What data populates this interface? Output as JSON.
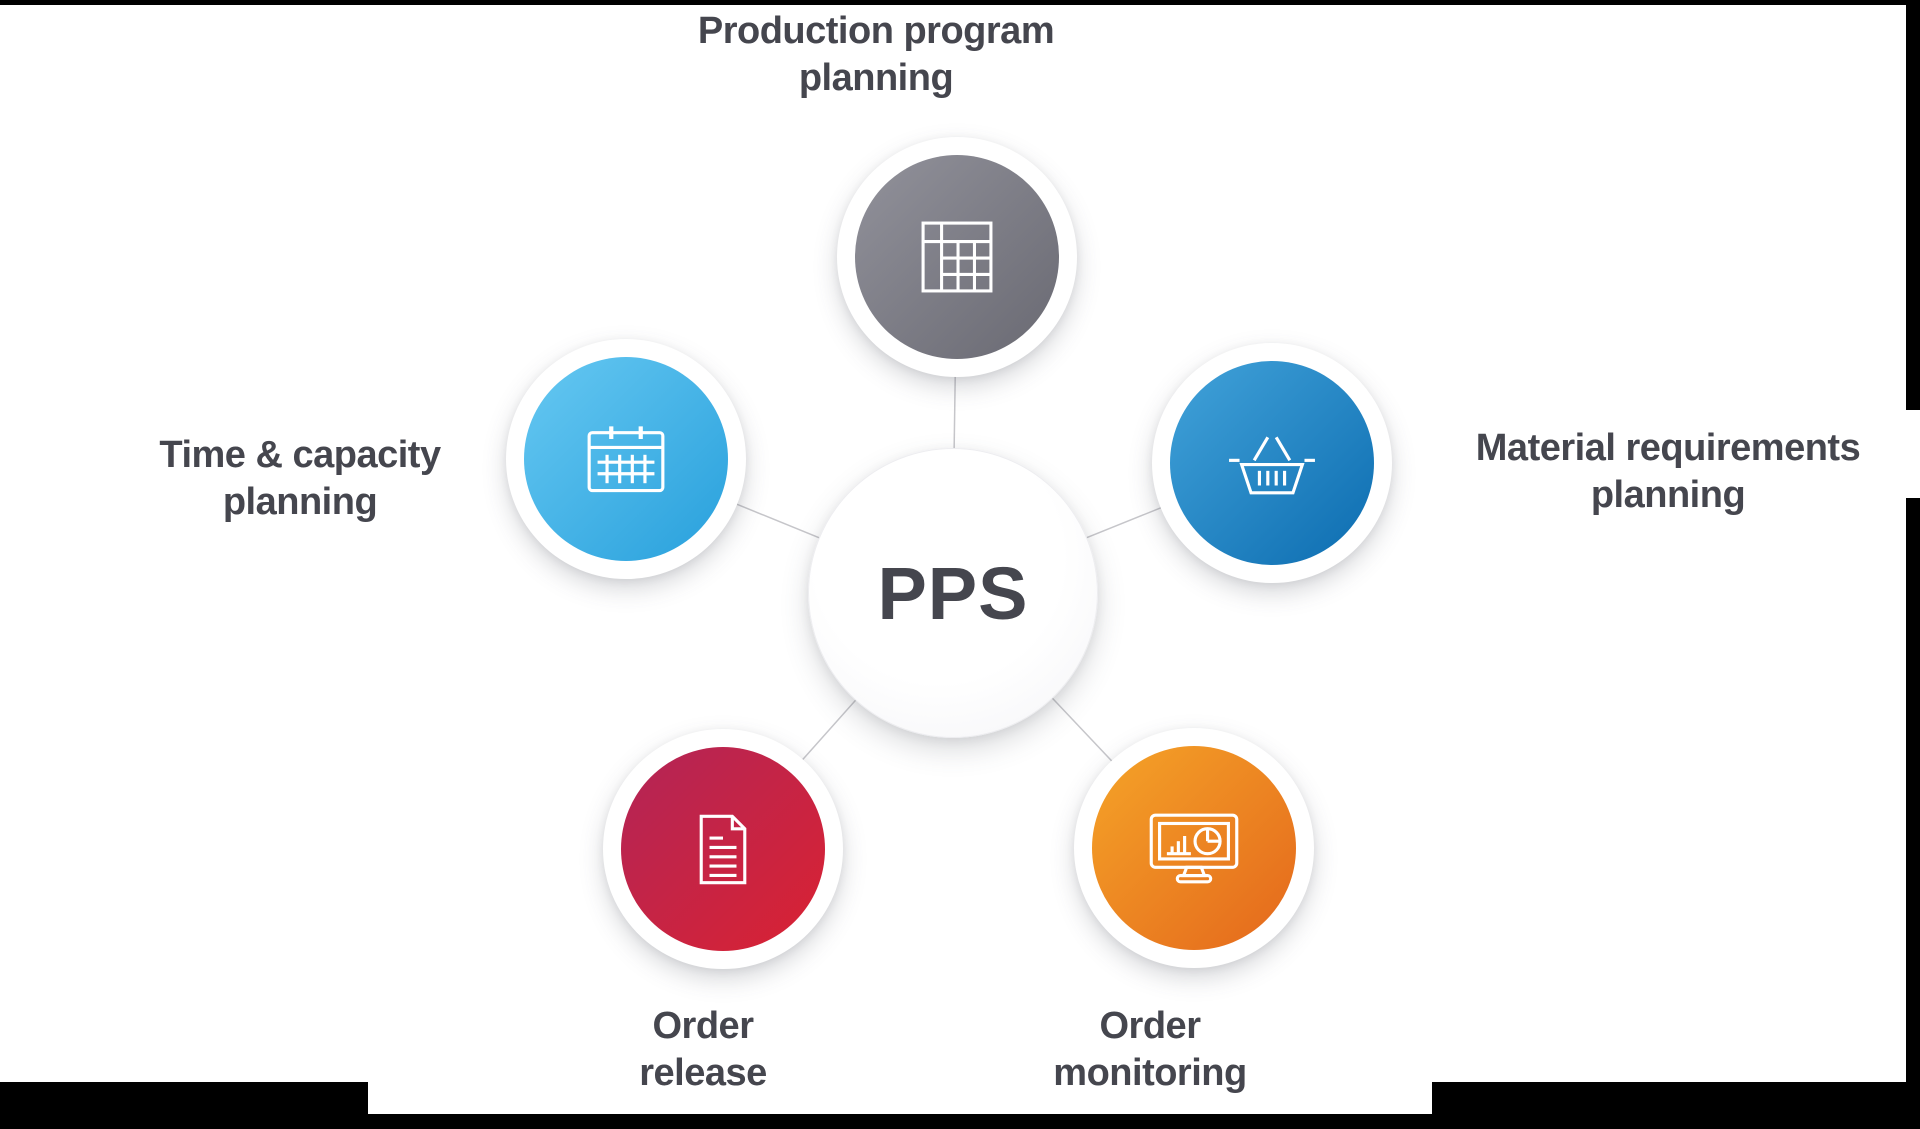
{
  "diagram": {
    "center": {
      "label": "PPS",
      "text_color": "#45464e"
    },
    "connector_color": "#c6c6ca",
    "background_color": "#ffffff",
    "frame_color": "#000000",
    "label_text_color": "#45464e",
    "nodes": [
      {
        "name": "production-program-planning",
        "label_line1": "Production program",
        "label_line2": "planning",
        "icon": "table-grid-icon",
        "gradient_start": "#92929b",
        "gradient_end": "#696972"
      },
      {
        "name": "time-capacity-planning",
        "label_line1": "Time & capacity",
        "label_line2": "planning",
        "icon": "calendar-icon",
        "gradient_start": "#66c8f2",
        "gradient_end": "#28a0dc"
      },
      {
        "name": "material-requirements-planning",
        "label_line1": "Material requirements",
        "label_line2": "planning",
        "icon": "shopping-basket-icon",
        "gradient_start": "#42a3da",
        "gradient_end": "#0c6cb0"
      },
      {
        "name": "order-release",
        "label_line1": "Order",
        "label_line2": "release",
        "icon": "document-icon",
        "gradient_start": "#b22557",
        "gradient_end": "#da2232"
      },
      {
        "name": "order-monitoring",
        "label_line1": "Order",
        "label_line2": "monitoring",
        "icon": "monitor-chart-icon",
        "gradient_start": "#f5a428",
        "gradient_end": "#e4671c"
      }
    ]
  }
}
